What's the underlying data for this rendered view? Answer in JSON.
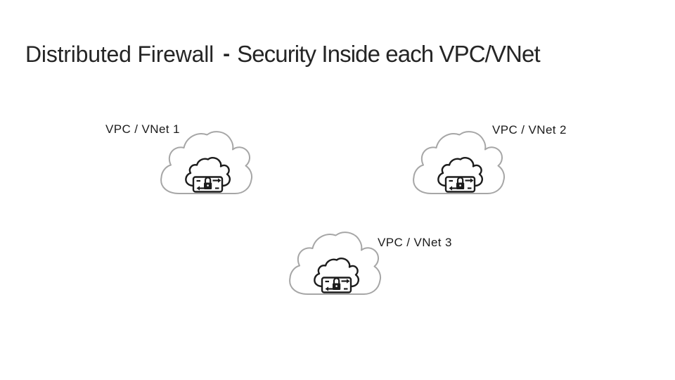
{
  "title": {
    "part1": "Distributed Firewall",
    "separator": "-",
    "part2": "Security Inside each VPC/VNet",
    "color": "#252525"
  },
  "clouds": [
    {
      "label": "VPC / VNet 1"
    },
    {
      "label": "VPC / VNet 2"
    },
    {
      "label": "VPC / VNet 3"
    }
  ],
  "icons": {
    "cloud": "cloud-outline-icon",
    "firewall": "distributed-firewall-lock-arrows-icon"
  },
  "colors": {
    "cloud_outline": "#a6a6a6",
    "firewall_icon": "#1c1c1c",
    "label_text": "#1b1b1b",
    "page_bg": "#ffffff"
  }
}
